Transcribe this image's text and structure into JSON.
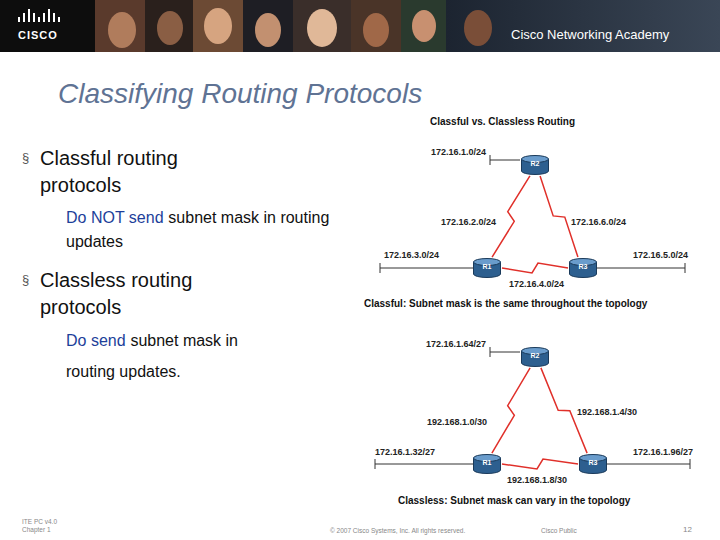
{
  "diagram": {
    "title": "Classifying Routing Protocols",
    "nodes": [
      {
        "text": [
          "R2"
        ]
      },
      {
        "text": [
          "R1"
        ]
      },
      {
        "text": [
          "R3"
        ]
      },
      {
        "text": [
          "R2"
        ]
      },
      {
        "text": [
          "R1"
        ]
      },
      {
        "text": [
          "R3"
        ]
      }
    ],
    "edges": [
      {
        "from": 0,
        "to": 1,
        "arrow": "none",
        "label": "172.16.2.0/24"
      },
      {
        "from": 0,
        "to": 2,
        "arrow": "none",
        "label": "172.16.6.0/24"
      },
      {
        "from": 1,
        "to": 2,
        "arrow": "none",
        "label": "172.16.4.0/24"
      },
      {
        "from": 3,
        "to": 4,
        "arrow": "none",
        "label": "192.168.1.0/30"
      },
      {
        "from": 3,
        "to": 5,
        "arrow": "none",
        "label": "192.168.1.4/30"
      },
      {
        "from": 4,
        "to": 5,
        "arrow": "none",
        "label": "192.168.1.8/30"
      }
    ],
    "labels": [
      "CISCO",
      "Cisco Networking Academy",
      "Classful vs. Classless Routing",
      "§",
      "Classful routing protocols",
      "Do NOT send",
      "subnet mask in routing updates",
      "§",
      "Classless routing protocols",
      "Do send",
      "subnet mask in",
      "routing updates.",
      "172.16.1.0/24",
      "172.16.3.0/24",
      "172.16.5.0/24",
      "Classful: Subnet mask is the same throughout the topology",
      "172.16.1.64/27",
      "172.16.1.32/27",
      "172.16.1.96/27",
      "Classless: Subnet mask can vary in the topology",
      "ITE PC v4.0 Chapter 1",
      "© 2007 Cisco Systems, Inc. All rights reserved.",
      "Cisco Public",
      "12"
    ]
  }
}
